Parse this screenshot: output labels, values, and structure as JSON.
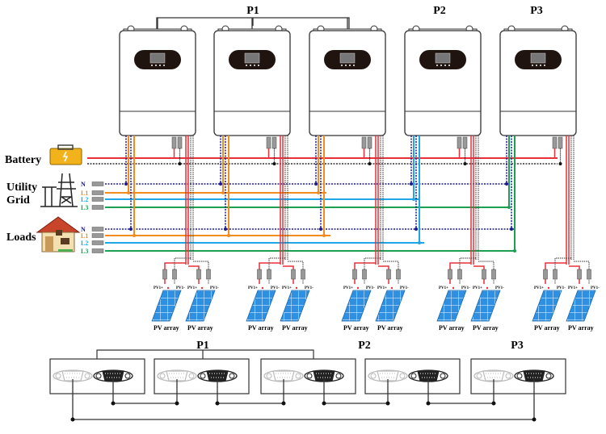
{
  "groups": [
    {
      "label": "P1"
    },
    {
      "label": "P2"
    },
    {
      "label": "P3"
    }
  ],
  "sources": {
    "battery": "Battery",
    "grid_line1": "Utility",
    "grid_line2": "Grid",
    "loads": "Loads"
  },
  "phases": [
    "N",
    "L1",
    "L2",
    "L3"
  ],
  "pv": {
    "array_label": "PV array",
    "pos_label": "PV1+",
    "neg_label": "PV1-"
  },
  "colors": {
    "battery_pos": "#e8303a",
    "neutral": "#1a1a8c",
    "l1": "#f28c1e",
    "l2": "#1ea6e6",
    "l3": "#1aa050",
    "comm": "#333333"
  }
}
